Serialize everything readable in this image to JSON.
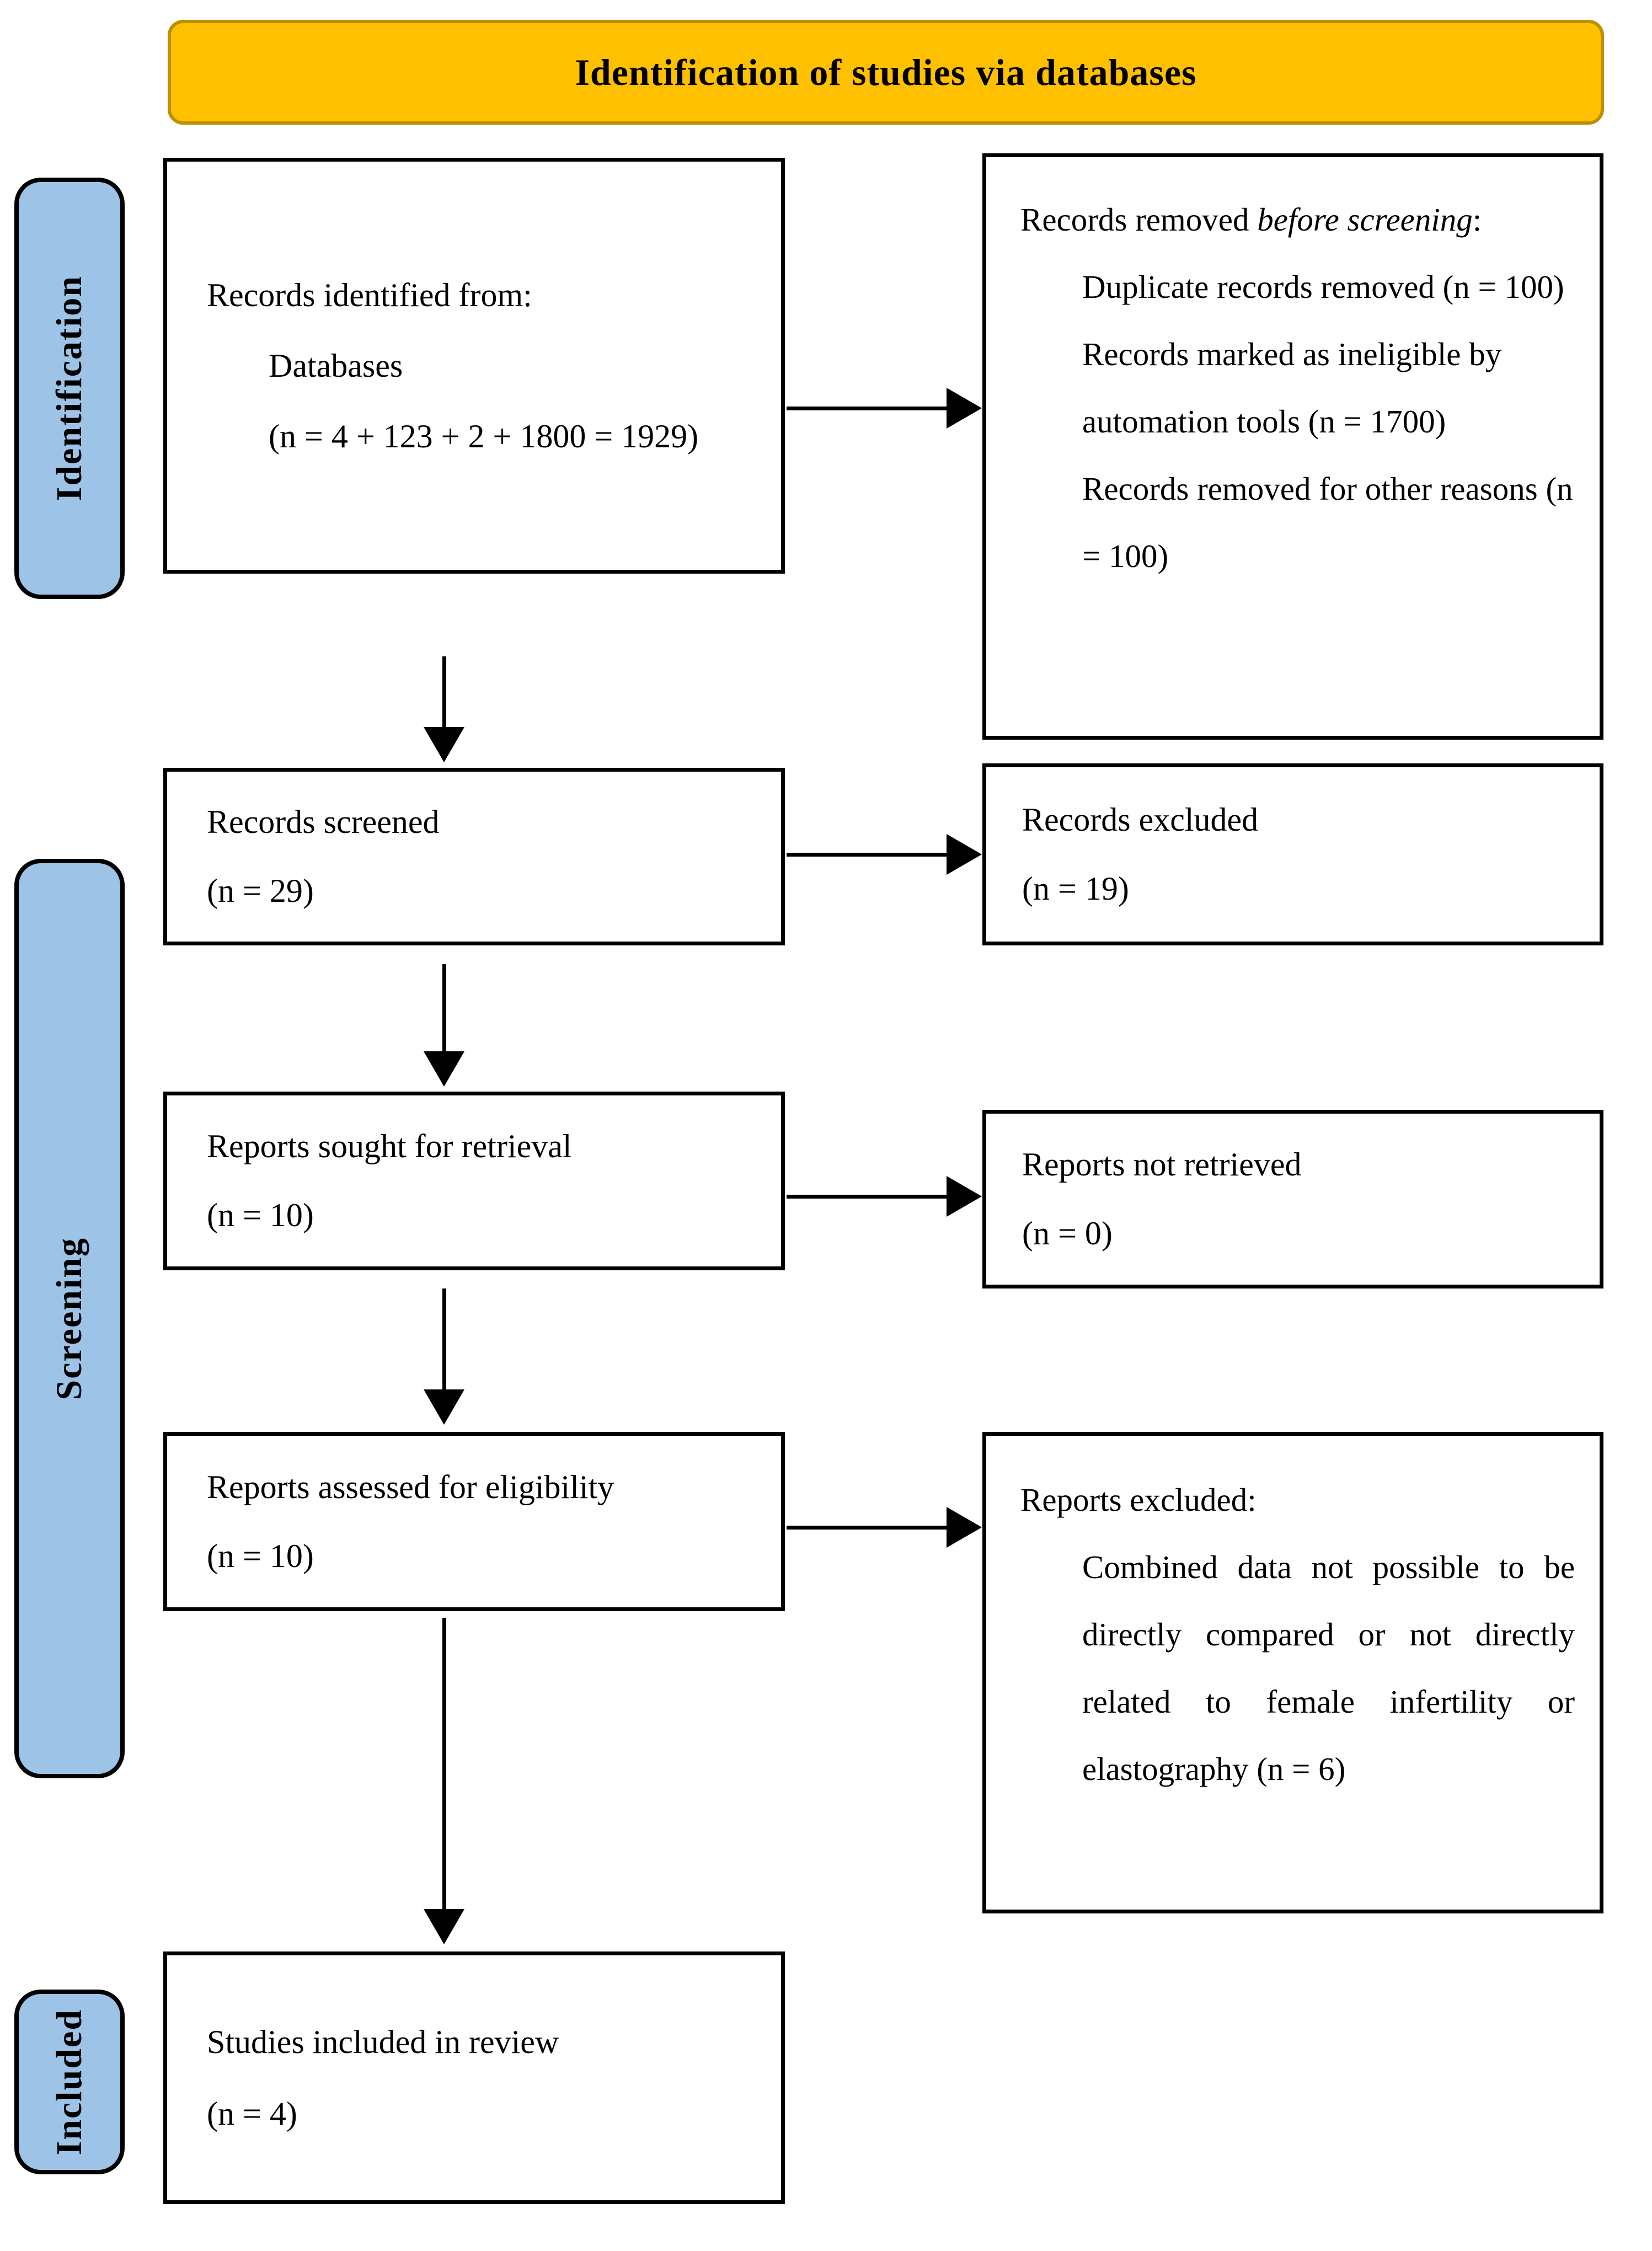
{
  "header": {
    "title": "Identification of studies via databases"
  },
  "sidebar": {
    "labels": [
      "Identification",
      "Screening",
      "Included"
    ]
  },
  "boxes": {
    "identified": {
      "lines": [
        "Records identified from:",
        "Databases",
        "(n = 4 + 123 + 2 + 1800 = 1929)"
      ]
    },
    "removed": {
      "intro_pre": "Records removed ",
      "intro_italic": "before screening",
      "intro_post": ":",
      "items": [
        "Duplicate records removed (n = 100)",
        "Records marked as ineligible by automation tools (n = 1700)",
        "Records removed for other reasons (n = 100)"
      ]
    },
    "screened": {
      "lines": [
        "Records screened",
        "(n = 29)"
      ]
    },
    "records_excluded": {
      "lines": [
        "Records excluded",
        "(n = 19)"
      ]
    },
    "sought": {
      "lines": [
        "Reports sought for retrieval",
        "(n = 10)"
      ]
    },
    "not_retrieved": {
      "lines": [
        "Reports not retrieved",
        "(n = 0)"
      ]
    },
    "assessed": {
      "lines": [
        "Reports assessed for eligibility",
        "(n = 10)"
      ]
    },
    "reports_excluded": {
      "title": "Reports excluded:",
      "reason": "Combined data not possible to be directly compared or not directly related to female infertility or elastography (n = 6)"
    },
    "included_studies": {
      "lines": [
        "Studies included in review",
        "(n = 4)"
      ]
    }
  },
  "colors": {
    "header-bg": "#FFC000",
    "header-border": "#BE8F00",
    "tab-bg": "#9DC3E6",
    "box-border": "#000000",
    "arrow": "#000000"
  }
}
